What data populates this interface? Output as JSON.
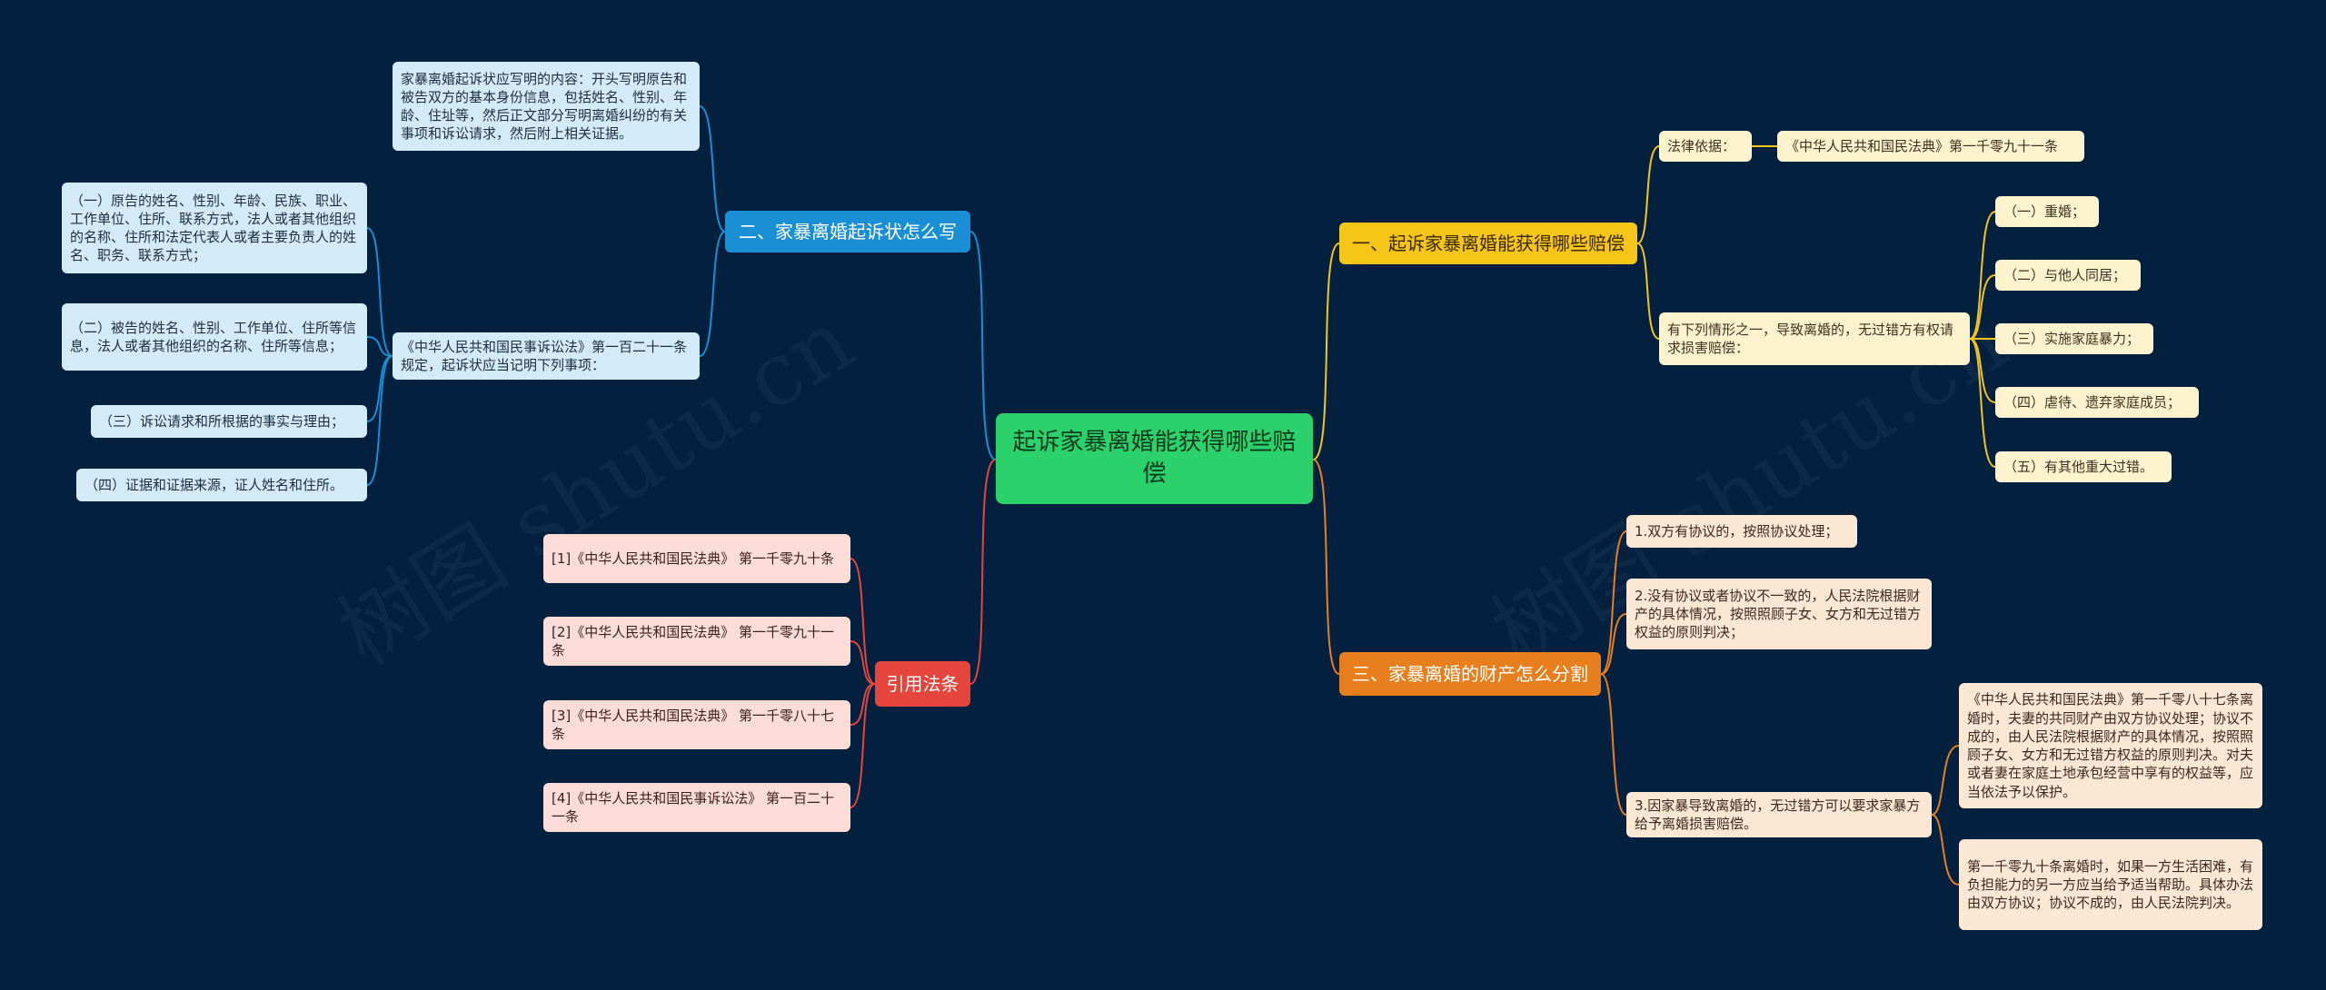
{
  "watermarks": [
    "树图 shutu.cn",
    "树图 shutu.cn"
  ],
  "root": {
    "label": "起诉家暴离婚能获得哪些赔偿"
  },
  "colors": {
    "yellow": "#f5c518",
    "orange": "#e87f1e",
    "blue": "#1a8fd6",
    "red": "#e5453c"
  },
  "branch1": {
    "label": "一、起诉家暴离婚能获得哪些赔偿",
    "legal_basis_label": "法律依据：",
    "legal_basis_value": "《中华人民共和国民法典》第一千零九十一条",
    "condition": "有下列情形之一，导致离婚的，无过错方有权请求损害赔偿：",
    "items": [
      "（一）重婚；",
      "（二）与他人同居；",
      "（三）实施家庭暴力；",
      "（四）虐待、遗弃家庭成员；",
      "（五）有其他重大过错。"
    ]
  },
  "branch3": {
    "label": "三、家暴离婚的财产怎么分割",
    "items": [
      "1.双方有协议的，按照协议处理；",
      "2.没有协议或者协议不一致的，人民法院根据财产的具体情况，按照照顾子女、女方和无过错方权益的原则判决；",
      "3.因家暴导致离婚的，无过错方可以要求家暴方给予离婚损害赔偿。"
    ],
    "sub": [
      "《中华人民共和国民法典》第一千零八十七条离婚时，夫妻的共同财产由双方协议处理；协议不成的，由人民法院根据财产的具体情况，按照照顾子女、女方和无过错方权益的原则判决。对夫或者妻在家庭土地承包经营中享有的权益等，应当依法予以保护。",
      "第一千零九十条离婚时，如果一方生活困难，有负担能力的另一方应当给予适当帮助。具体办法由双方协议；协议不成的，由人民法院判决。"
    ]
  },
  "branch2": {
    "label": "二、家暴离婚起诉状怎么写",
    "content": "家暴离婚起诉状应写明的内容：开头写明原告和被告双方的基本身份信息，包括姓名、性别、年龄、住址等，然后正文部分写明离婚纠纷的有关事项和诉讼请求，然后附上相关证据。",
    "law": "《中华人民共和国民事诉讼法》第一百二十一条规定，起诉状应当记明下列事项：",
    "items": [
      "（一）原告的姓名、性别、年龄、民族、职业、工作单位、住所、联系方式，法人或者其他组织的名称、住所和法定代表人或者主要负责人的姓名、职务、联系方式；",
      "（二）被告的姓名、性别、工作单位、住所等信息，法人或者其他组织的名称、住所等信息；",
      "（三）诉讼请求和所根据的事实与理由；",
      "（四）证据和证据来源，证人姓名和住所。"
    ]
  },
  "branch4": {
    "label": "引用法条",
    "items": [
      "[1]《中华人民共和国民法典》 第一千零九十条",
      "[2]《中华人民共和国民法典》 第一千零九十一条",
      "[3]《中华人民共和国民法典》 第一千零八十七条",
      "[4]《中华人民共和国民事诉讼法》 第一百二十一条"
    ]
  }
}
